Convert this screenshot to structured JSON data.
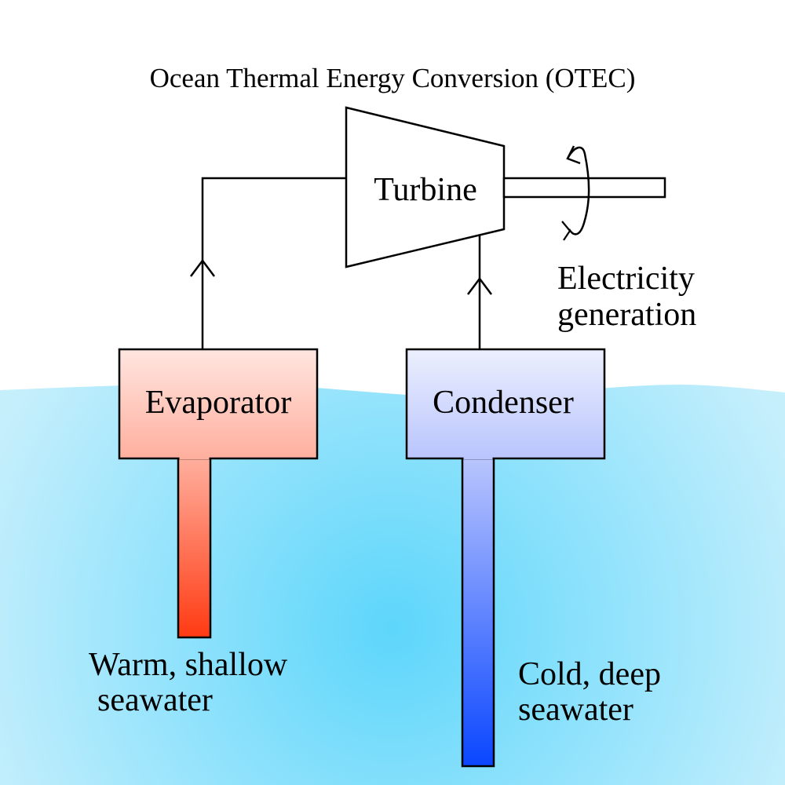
{
  "title": "Ocean Thermal Energy Conversion (OTEC)",
  "components": {
    "turbine": "Turbine",
    "evaporator": "Evaporator",
    "condenser": "Condenser"
  },
  "output": {
    "line1": "Electricity",
    "line2": "generation"
  },
  "warm_water": {
    "line1": "Warm, shallow",
    "line2": "seawater"
  },
  "cold_water": {
    "line1": "Cold, deep",
    "line2": "seawater"
  },
  "colors": {
    "warm": "#ff3a12",
    "warm_light": "#ffe6e0",
    "cold": "#0a46ff",
    "cold_light": "#eceffd",
    "ocean_center": "#5dd6fb",
    "ocean_edge": "#c6effc",
    "stroke": "#000000"
  }
}
